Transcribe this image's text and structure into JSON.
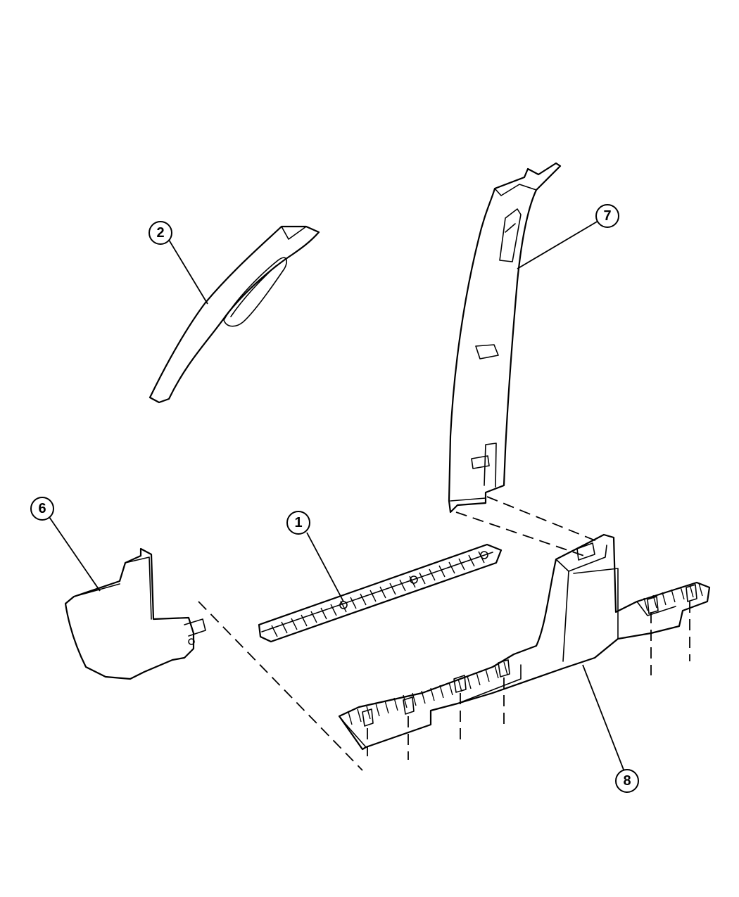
{
  "callouts": [
    {
      "id": "1",
      "label": "1"
    },
    {
      "id": "2",
      "label": "2"
    },
    {
      "id": "6",
      "label": "6"
    },
    {
      "id": "7",
      "label": "7"
    },
    {
      "id": "8",
      "label": "8"
    }
  ],
  "colors": {
    "line": "#000000",
    "background": "#ffffff"
  }
}
